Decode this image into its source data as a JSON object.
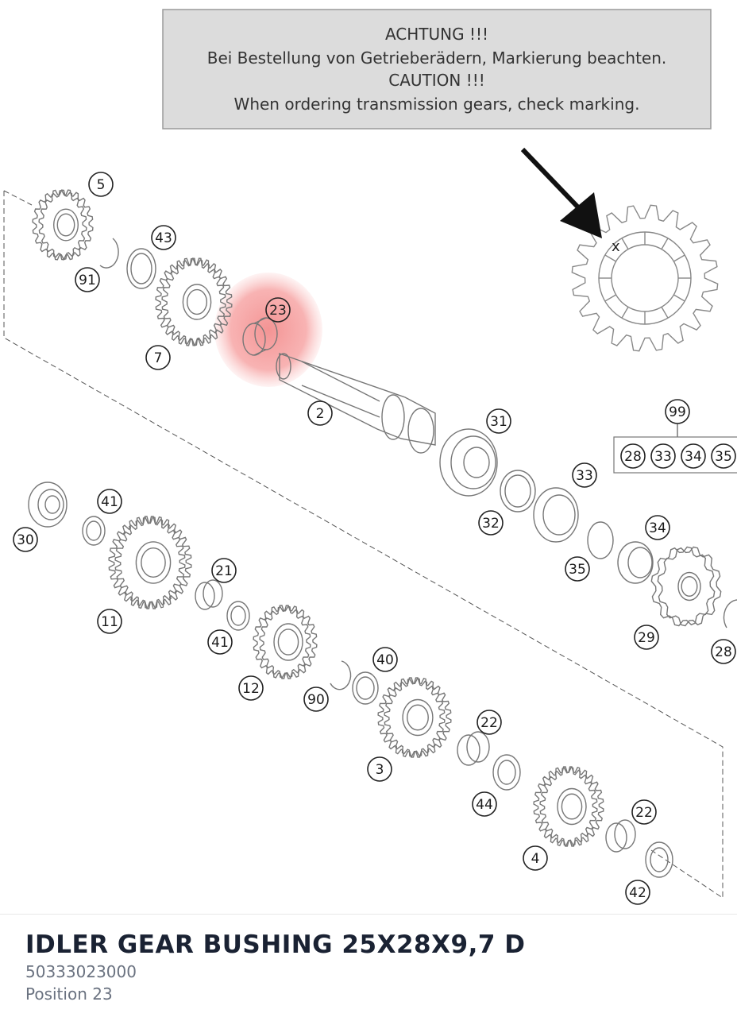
{
  "caution_box": {
    "line1": "ACHTUNG !!!",
    "line2": "Bei Bestellung von Getrieberädern, Markierung beachten.",
    "line3": "CAUTION !!!",
    "line4": "When ordering transmission gears, check marking."
  },
  "detail_marker": "x",
  "callouts": {
    "c5": "5",
    "c43": "43",
    "c91": "91",
    "c7": "7",
    "c23": "23",
    "c2": "2",
    "c31": "31",
    "c99": "99",
    "c28a": "28",
    "c33a": "33",
    "c34a": "34",
    "c35a": "35",
    "c33": "33",
    "c32": "32",
    "c34": "34",
    "c35": "35",
    "c29": "29",
    "c28": "28",
    "c30": "30",
    "c41a": "41",
    "c11": "11",
    "c21": "21",
    "c41b": "41",
    "c12": "12",
    "c40": "40",
    "c90": "90",
    "c3": "3",
    "c22a": "22",
    "c44": "44",
    "c4": "4",
    "c22b": "22",
    "c42": "42"
  },
  "highlight": {
    "position": "23",
    "color": "#f08080"
  },
  "part": {
    "name": "IDLER GEAR BUSHING 25X28X9,7 D",
    "number": "50333023000",
    "position_label": "Position 23"
  }
}
